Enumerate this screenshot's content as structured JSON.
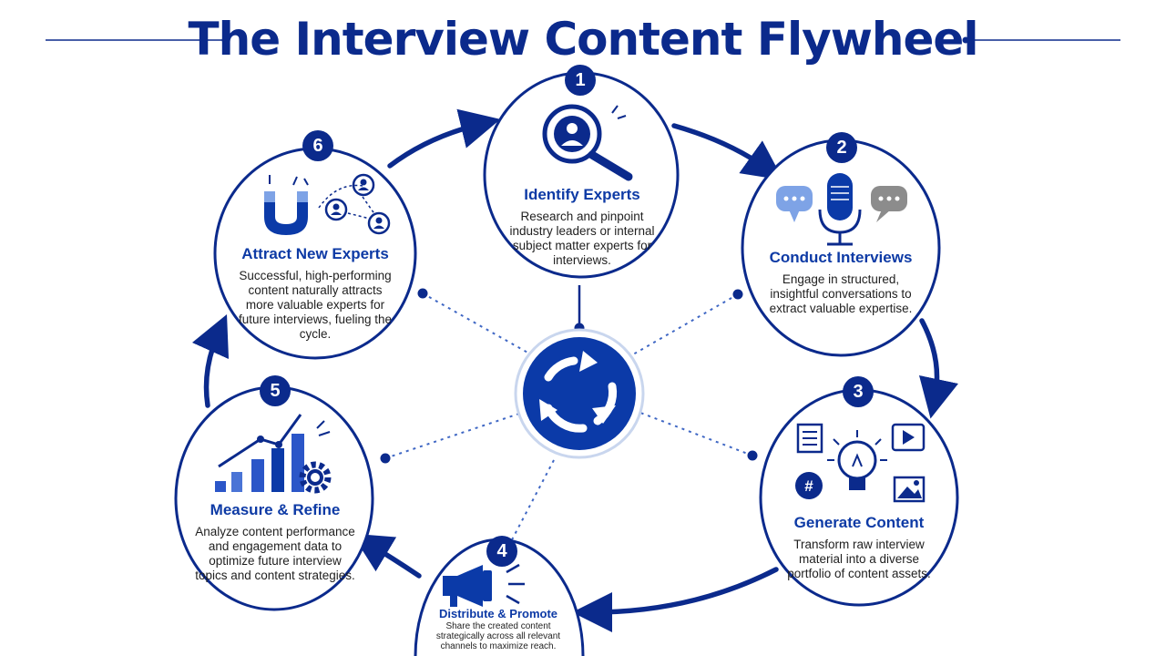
{
  "title": "The Interview Content Flywheel",
  "colors": {
    "primary": "#0b2a8c",
    "accent": "#2b56c8",
    "light": "#7ea3e6",
    "gray": "#8c8c8c"
  },
  "center_icon": "cycle-arrows-icon",
  "steps": [
    {
      "number": "1",
      "title": "Identify Experts",
      "description": "Research and pinpoint industry leaders or internal subject matter experts for interviews.",
      "icon": "magnifier-target-person-icon"
    },
    {
      "number": "2",
      "title": "Conduct Interviews",
      "description": "Engage in structured, insightful conversations to extract valuable expertise.",
      "icon": "microphone-chat-icon"
    },
    {
      "number": "3",
      "title": "Generate Content",
      "description": "Transform raw interview material into a diverse portfolio of content assets.",
      "icon": "lightbulb-content-icon"
    },
    {
      "number": "4",
      "title": "Distribute & Promote",
      "description": "Share the created content strategically across all relevant channels to maximize reach.",
      "icon": "megaphone-icon"
    },
    {
      "number": "5",
      "title": "Measure & Refine",
      "description": "Analyze content performance and engagement data to optimize future interview topics and content strategies.",
      "icon": "bar-chart-gear-icon"
    },
    {
      "number": "6",
      "title": "Attract New Experts",
      "description": "Successful, high-performing content naturally attracts more valuable experts for future interviews, fueling the cycle.",
      "icon": "magnet-network-icon"
    }
  ]
}
